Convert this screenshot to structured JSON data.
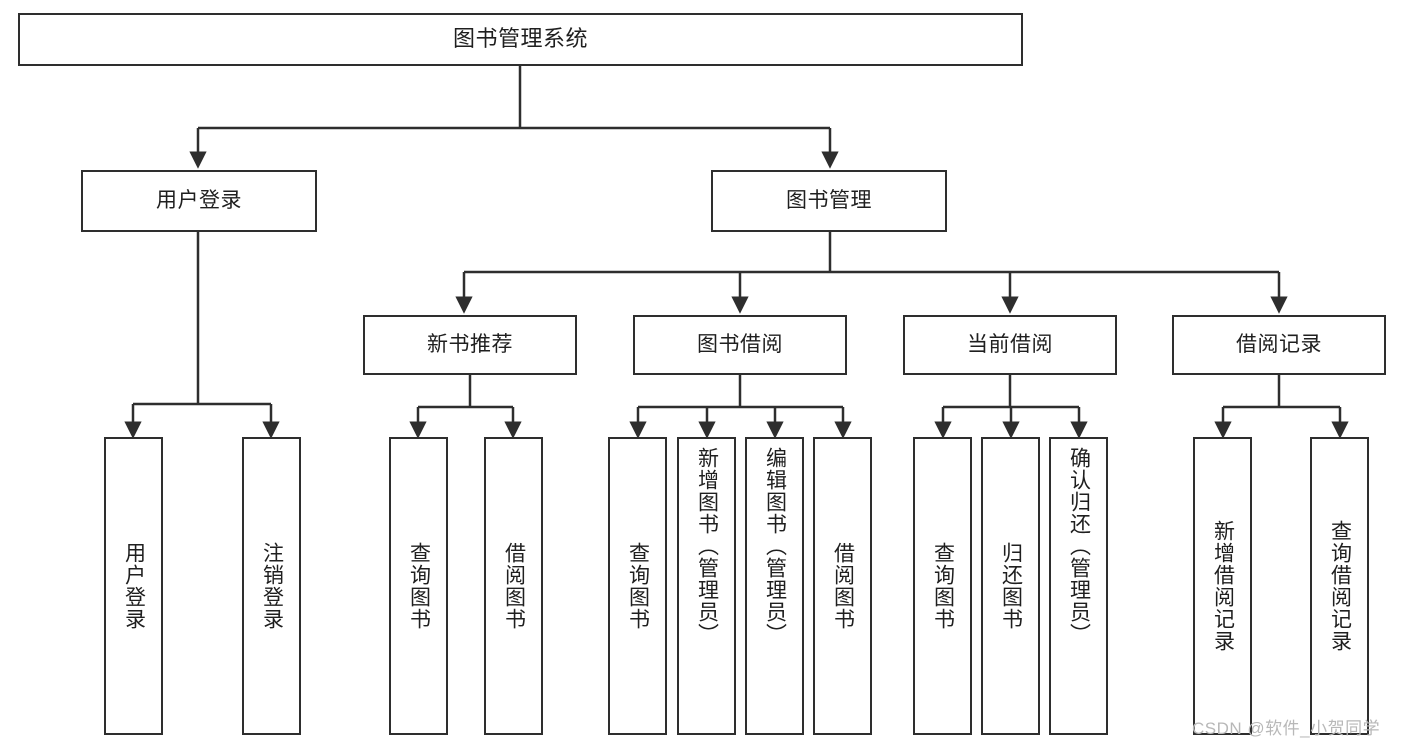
{
  "diagram": {
    "title": "图书管理系统",
    "type": "tree-hierarchy-diagram",
    "colors": {
      "box_border": "#2e2e2e",
      "box_fill": "#ffffff",
      "connector": "#2e2e2e",
      "text": "#1f1f1f",
      "watermark": "#b8b8b8",
      "background": "#ffffff"
    },
    "watermark": "CSDN @软件_小贺同学",
    "levels": {
      "root": {
        "label": "图书管理系统"
      },
      "level2": [
        {
          "label": "用户登录"
        },
        {
          "label": "图书管理"
        }
      ],
      "level3": [
        {
          "label": "新书推荐"
        },
        {
          "label": "图书借阅"
        },
        {
          "label": "当前借阅"
        },
        {
          "label": "借阅记录"
        }
      ],
      "leaves": {
        "user_login": [
          {
            "label": "用户登录"
          },
          {
            "label": "注销登录"
          }
        ],
        "new_book_recommend": [
          {
            "label": "查询图书"
          },
          {
            "label": "借阅图书"
          }
        ],
        "book_borrow": [
          {
            "label": "查询图书"
          },
          {
            "label": "新增图书（管理员）"
          },
          {
            "label": "编辑图书（管理员）"
          },
          {
            "label": "借阅图书"
          }
        ],
        "current_borrow": [
          {
            "label": "查询图书"
          },
          {
            "label": "归还图书"
          },
          {
            "label": "确认归还（管理员）"
          }
        ],
        "borrow_record": [
          {
            "label": "新增借阅记录"
          },
          {
            "label": "查询借阅记录"
          }
        ]
      }
    }
  }
}
